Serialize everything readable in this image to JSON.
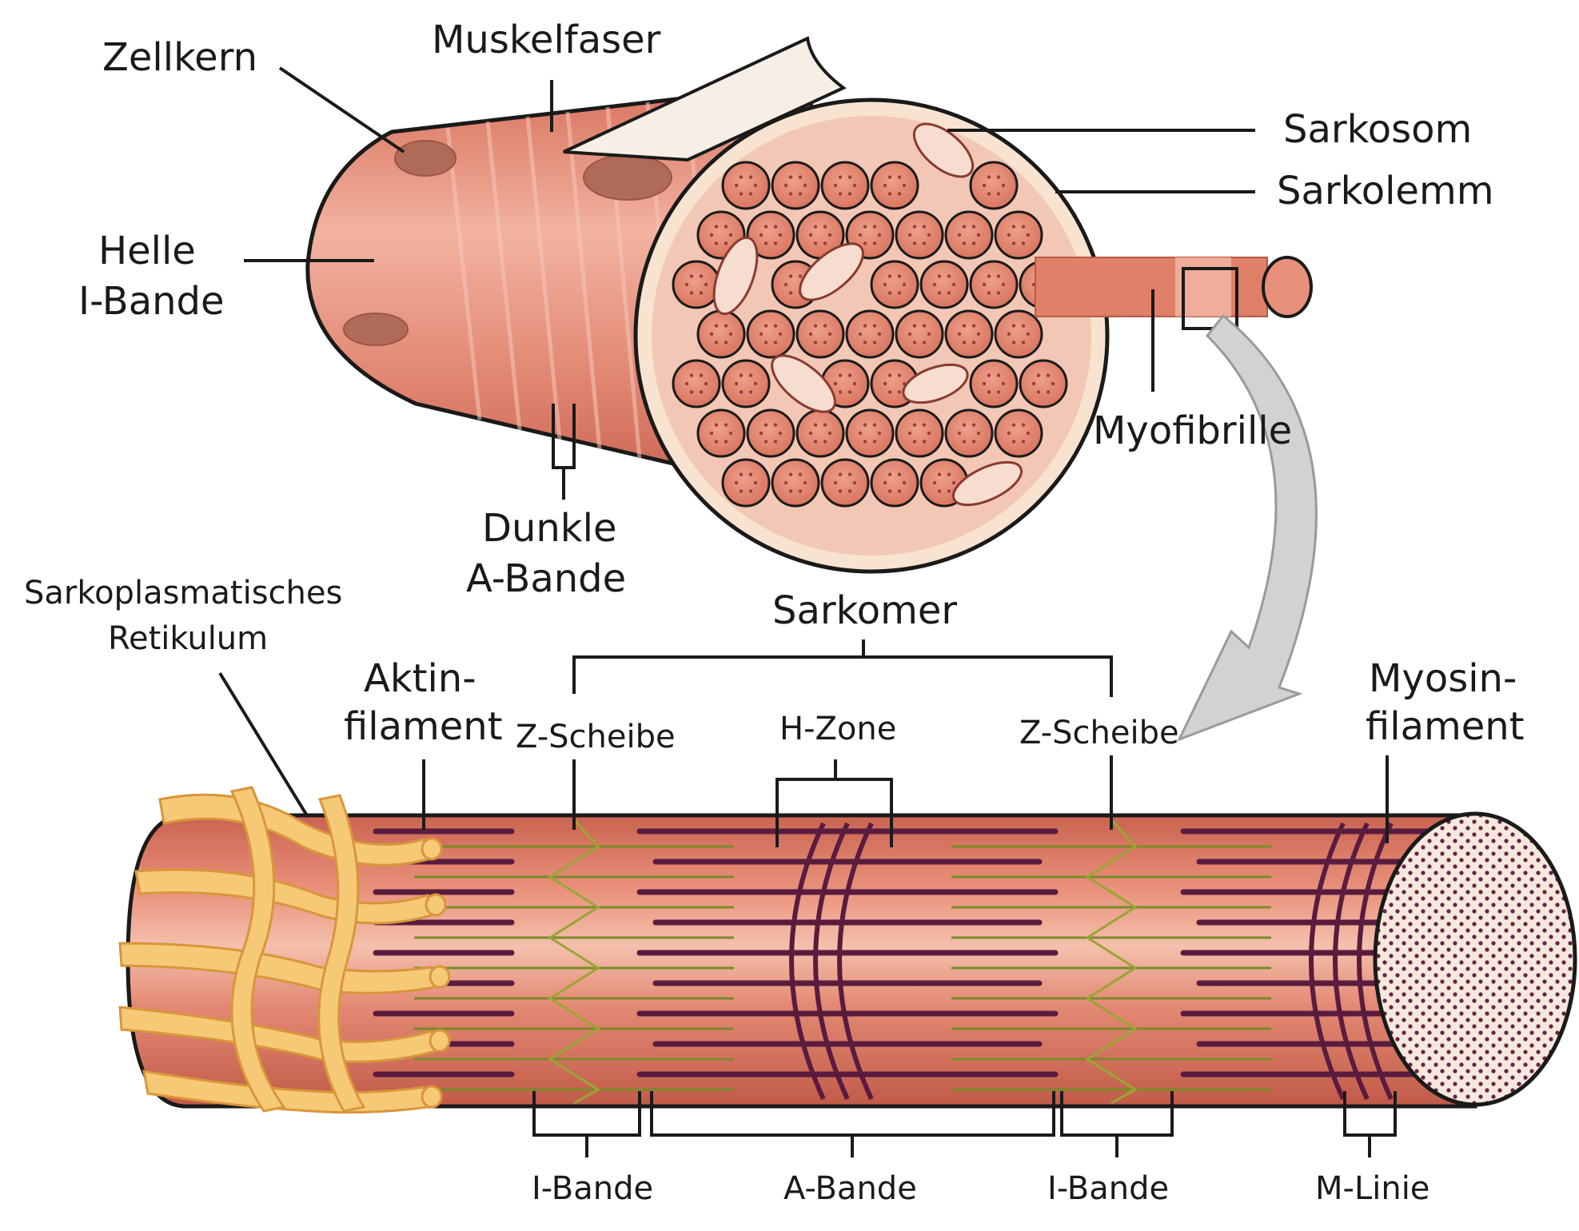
{
  "labels": {
    "zellkern": "Zellkern",
    "muskelfaser": "Muskelfaser",
    "sarkosom": "Sarkosom",
    "sarkolemm": "Sarkolemm",
    "helle_1": "Helle",
    "helle_2": "I-Bande",
    "myofibrille": "Myofibrille",
    "dunkle_1": "Dunkle",
    "dunkle_2": "A-Bande",
    "sr_1": "Sarkoplasmatisches",
    "sr_2": "Retikulum",
    "sarkomer": "Sarkomer",
    "aktin_1": "Aktin-",
    "aktin_2": "filament",
    "z_scheibe_left": "Z-Scheibe",
    "h_zone": "H-Zone",
    "z_scheibe_right": "Z-Scheibe",
    "myosin_1": "Myosin-",
    "myosin_2": "filament",
    "i_bande_left": "I-Bande",
    "a_bande": "A-Bande",
    "i_bande_right": "I-Bande",
    "m_linie": "M-Linie"
  },
  "colors": {
    "muscle": "#e0826c",
    "muscle_light": "#f3b9a6",
    "muscle_dark": "#c8604e",
    "sarcolemma": "#f7e6d4",
    "myosin": "#5a1c3e",
    "actin": "#7a8a2a",
    "reticulum": "#f6c977",
    "reticulum_edge": "#d9963a",
    "arrow": "#c8c8c8"
  }
}
